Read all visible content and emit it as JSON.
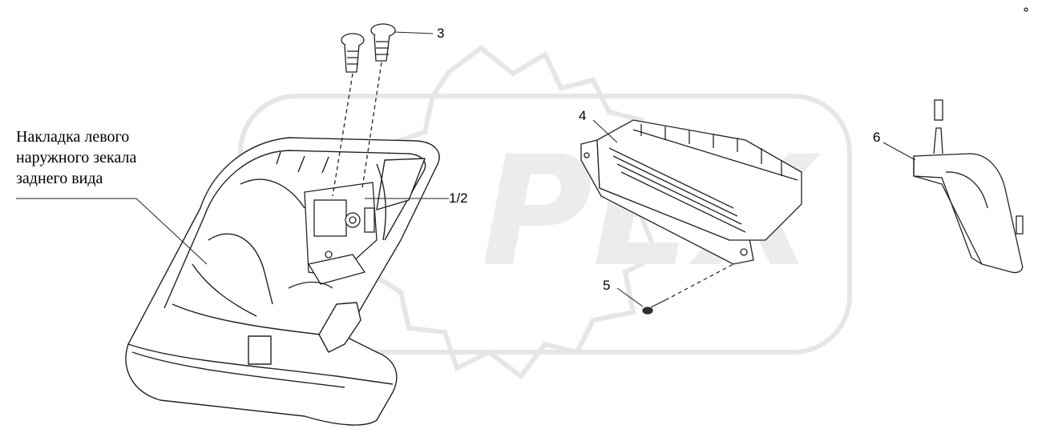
{
  "caption": {
    "line1": "Накладка левого",
    "line2": "наружного зекала",
    "line3": "заднего вида"
  },
  "callouts": {
    "screws": "3",
    "assembly": "1/2",
    "heater_block": "4",
    "bolt": "5",
    "lamp": "6"
  },
  "watermark": {
    "text": "PEX"
  },
  "colors": {
    "line": "#222222",
    "watermark": "#e6e6e6",
    "background": "#ffffff"
  }
}
